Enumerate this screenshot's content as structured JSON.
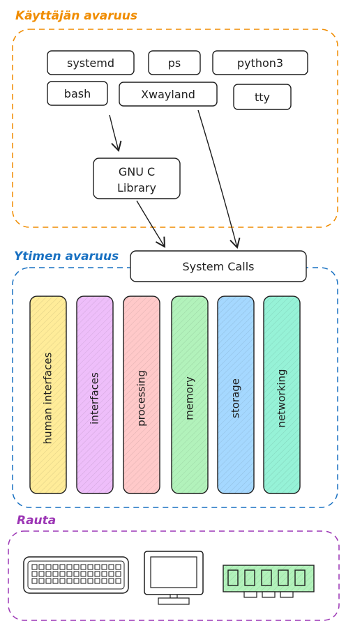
{
  "sections": {
    "user_space": {
      "label": "Käyttäjän avaruus",
      "color": "#f08c00"
    },
    "kernel_space": {
      "label": "Ytimen avaruus",
      "color": "#1971c2"
    },
    "hardware": {
      "label": "Rauta",
      "color": "#9c36b5"
    }
  },
  "processes": [
    "systemd",
    "ps",
    "python3",
    "bash",
    "Xwayland",
    "tty"
  ],
  "library": {
    "line1": "GNU C",
    "line2": "Library"
  },
  "system_calls": "System Calls",
  "subsystems": [
    {
      "label": "human interfaces",
      "color": "#ffec99"
    },
    {
      "label": "interfaces",
      "color": "#eebefa"
    },
    {
      "label": "processing",
      "color": "#ffc9c9"
    },
    {
      "label": "memory",
      "color": "#b2f2bb"
    },
    {
      "label": "storage",
      "color": "#a5d8ff"
    },
    {
      "label": "networking",
      "color": "#96f2d7"
    }
  ],
  "hardware_items": [
    {
      "icon": "keyboard-icon"
    },
    {
      "icon": "monitor-icon"
    },
    {
      "icon": "ram-module-icon"
    }
  ]
}
